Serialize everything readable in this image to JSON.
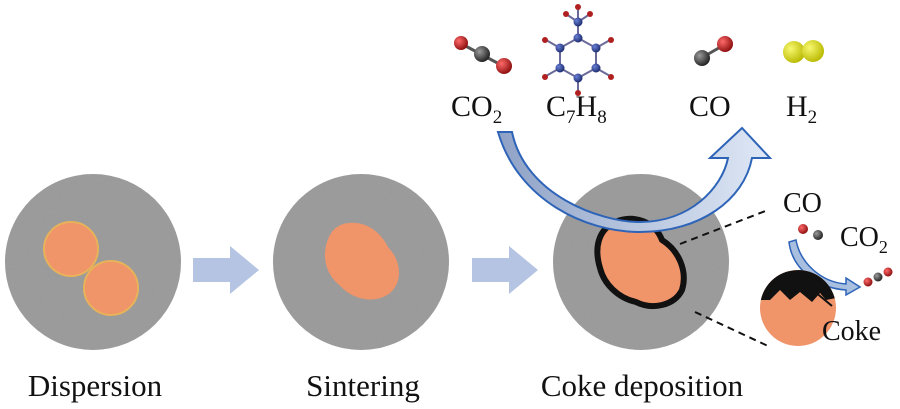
{
  "stages": [
    {
      "id": "dispersion",
      "label": "Dispersion"
    },
    {
      "id": "sintering",
      "label": "Sintering"
    },
    {
      "id": "coke",
      "label": "Coke deposition"
    }
  ],
  "reactants": [
    {
      "main": "CO",
      "sub": "2"
    },
    {
      "main": "C",
      "sub": "7",
      "main2": "H",
      "sub2": "8"
    }
  ],
  "products": [
    {
      "main": "CO",
      "sub": ""
    },
    {
      "main": "H",
      "sub": "2"
    }
  ],
  "inset": {
    "co_label": "CO",
    "co2_main": "CO",
    "co2_sub": "2",
    "coke_label": "Coke"
  },
  "colors": {
    "particle": "#F0946A",
    "particle_edge": "#E8B25A",
    "support": "#9a9a9a",
    "arrow": "#B4C4E2",
    "curved_arrow": "#A8BFE0",
    "coke": "#111111",
    "oxygen": "#C01818",
    "carbon": "#3a3a3a",
    "nitrogen": "#2B3F8C",
    "hydrogen_atom": "#B02020",
    "h2": "#D6D81A"
  }
}
